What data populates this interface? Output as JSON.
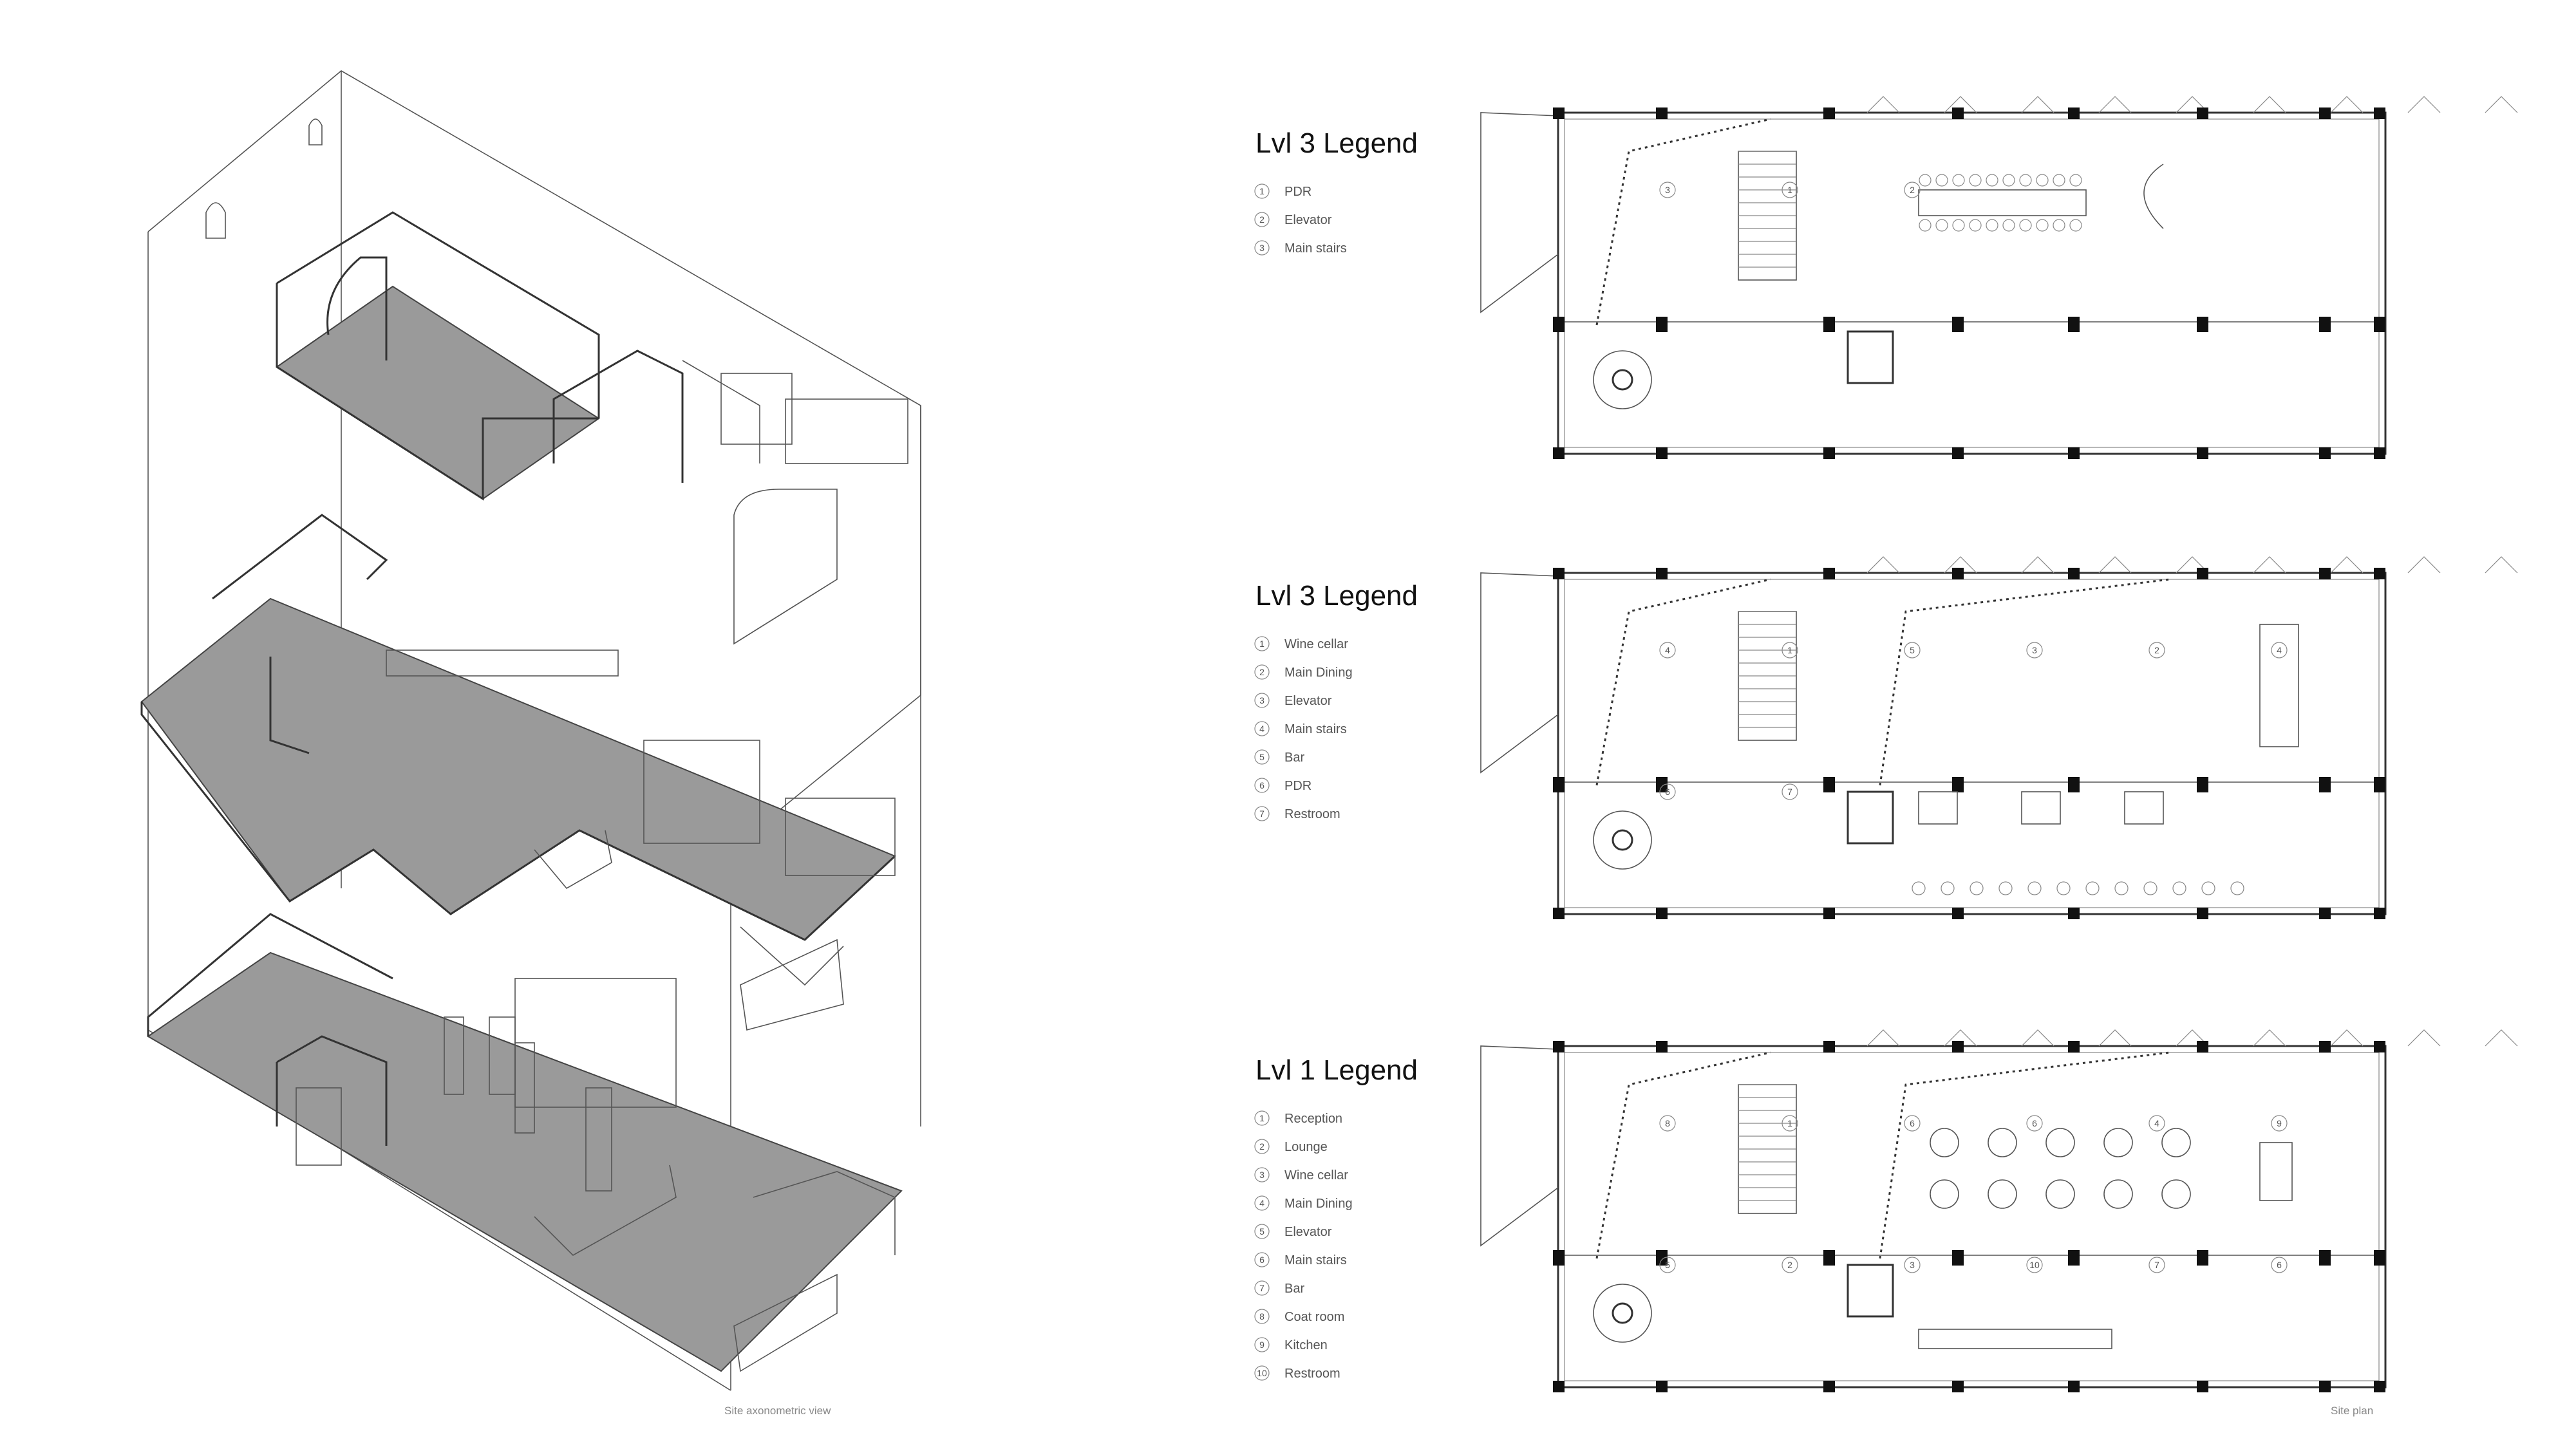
{
  "captions": {
    "axonometric": "Site axonometric view",
    "plan": "Site plan"
  },
  "legends": [
    {
      "title": "Lvl 3 Legend",
      "items": [
        {
          "num": "1",
          "label": "PDR"
        },
        {
          "num": "2",
          "label": "Elevator"
        },
        {
          "num": "3",
          "label": "Main stairs"
        }
      ]
    },
    {
      "title": "Lvl 3 Legend",
      "items": [
        {
          "num": "1",
          "label": "Wine cellar"
        },
        {
          "num": "2",
          "label": "Main Dining"
        },
        {
          "num": "3",
          "label": "Elevator"
        },
        {
          "num": "4",
          "label": "Main stairs"
        },
        {
          "num": "5",
          "label": "Bar"
        },
        {
          "num": "6",
          "label": "PDR"
        },
        {
          "num": "7",
          "label": "Restroom"
        }
      ]
    },
    {
      "title": "Lvl 1 Legend",
      "items": [
        {
          "num": "1",
          "label": "Reception"
        },
        {
          "num": "2",
          "label": "Lounge"
        },
        {
          "num": "3",
          "label": "Wine cellar"
        },
        {
          "num": "4",
          "label": "Main Dining"
        },
        {
          "num": "5",
          "label": "Elevator"
        },
        {
          "num": "6",
          "label": "Main stairs"
        },
        {
          "num": "7",
          "label": "Bar"
        },
        {
          "num": "8",
          "label": "Coat room"
        },
        {
          "num": "9",
          "label": "Kitchen"
        },
        {
          "num": "10",
          "label": "Restroom"
        }
      ]
    }
  ],
  "plan_markers": {
    "top": [
      "3",
      "1",
      "2"
    ],
    "middle": [
      "4",
      "1",
      "5",
      "3",
      "2",
      "4",
      "6",
      "7"
    ],
    "bottom": [
      "8",
      "1",
      "6",
      "6",
      "4",
      "9",
      "5",
      "2",
      "3",
      "10",
      "7",
      "6"
    ]
  }
}
